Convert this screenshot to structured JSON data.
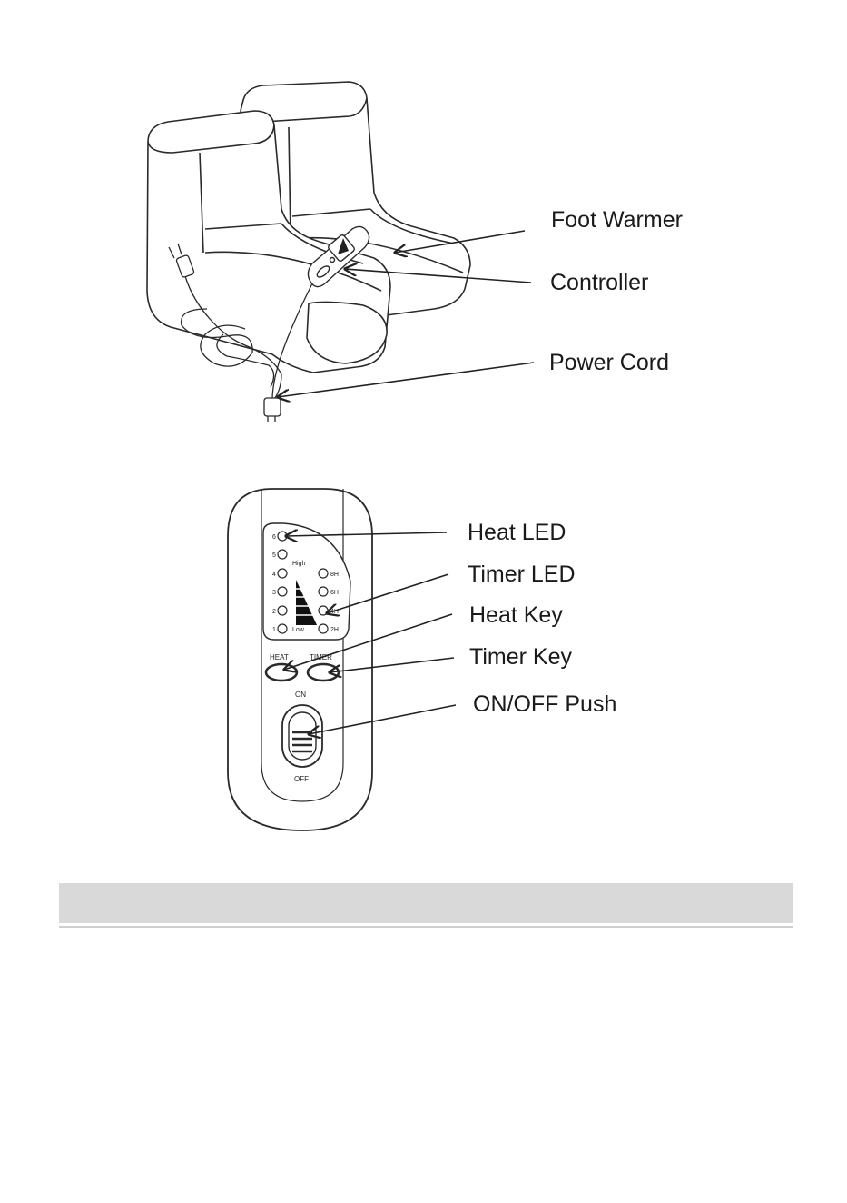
{
  "warmer_labels": {
    "foot_warmer": "Foot Warmer",
    "controller": "Controller",
    "power_cord": "Power Cord"
  },
  "controller_labels": {
    "heat_led": "Heat LED",
    "timer_led": "Timer LED",
    "heat_key": "Heat Key",
    "timer_key": "Timer Key",
    "on_off_push": "ON/OFF Push"
  },
  "controller_panel": {
    "heat_levels": [
      "6",
      "5",
      "4",
      "3",
      "2",
      "1"
    ],
    "timer_levels": [
      "8H",
      "6H",
      "4H",
      "2H"
    ],
    "high_label": "High",
    "low_label": "Low",
    "heat_button": "HEAT",
    "timer_button": "TIMER",
    "on_label": "ON",
    "off_label": "OFF"
  },
  "colors": {
    "line": "#222222",
    "section_bar": "#d9d9d9"
  }
}
